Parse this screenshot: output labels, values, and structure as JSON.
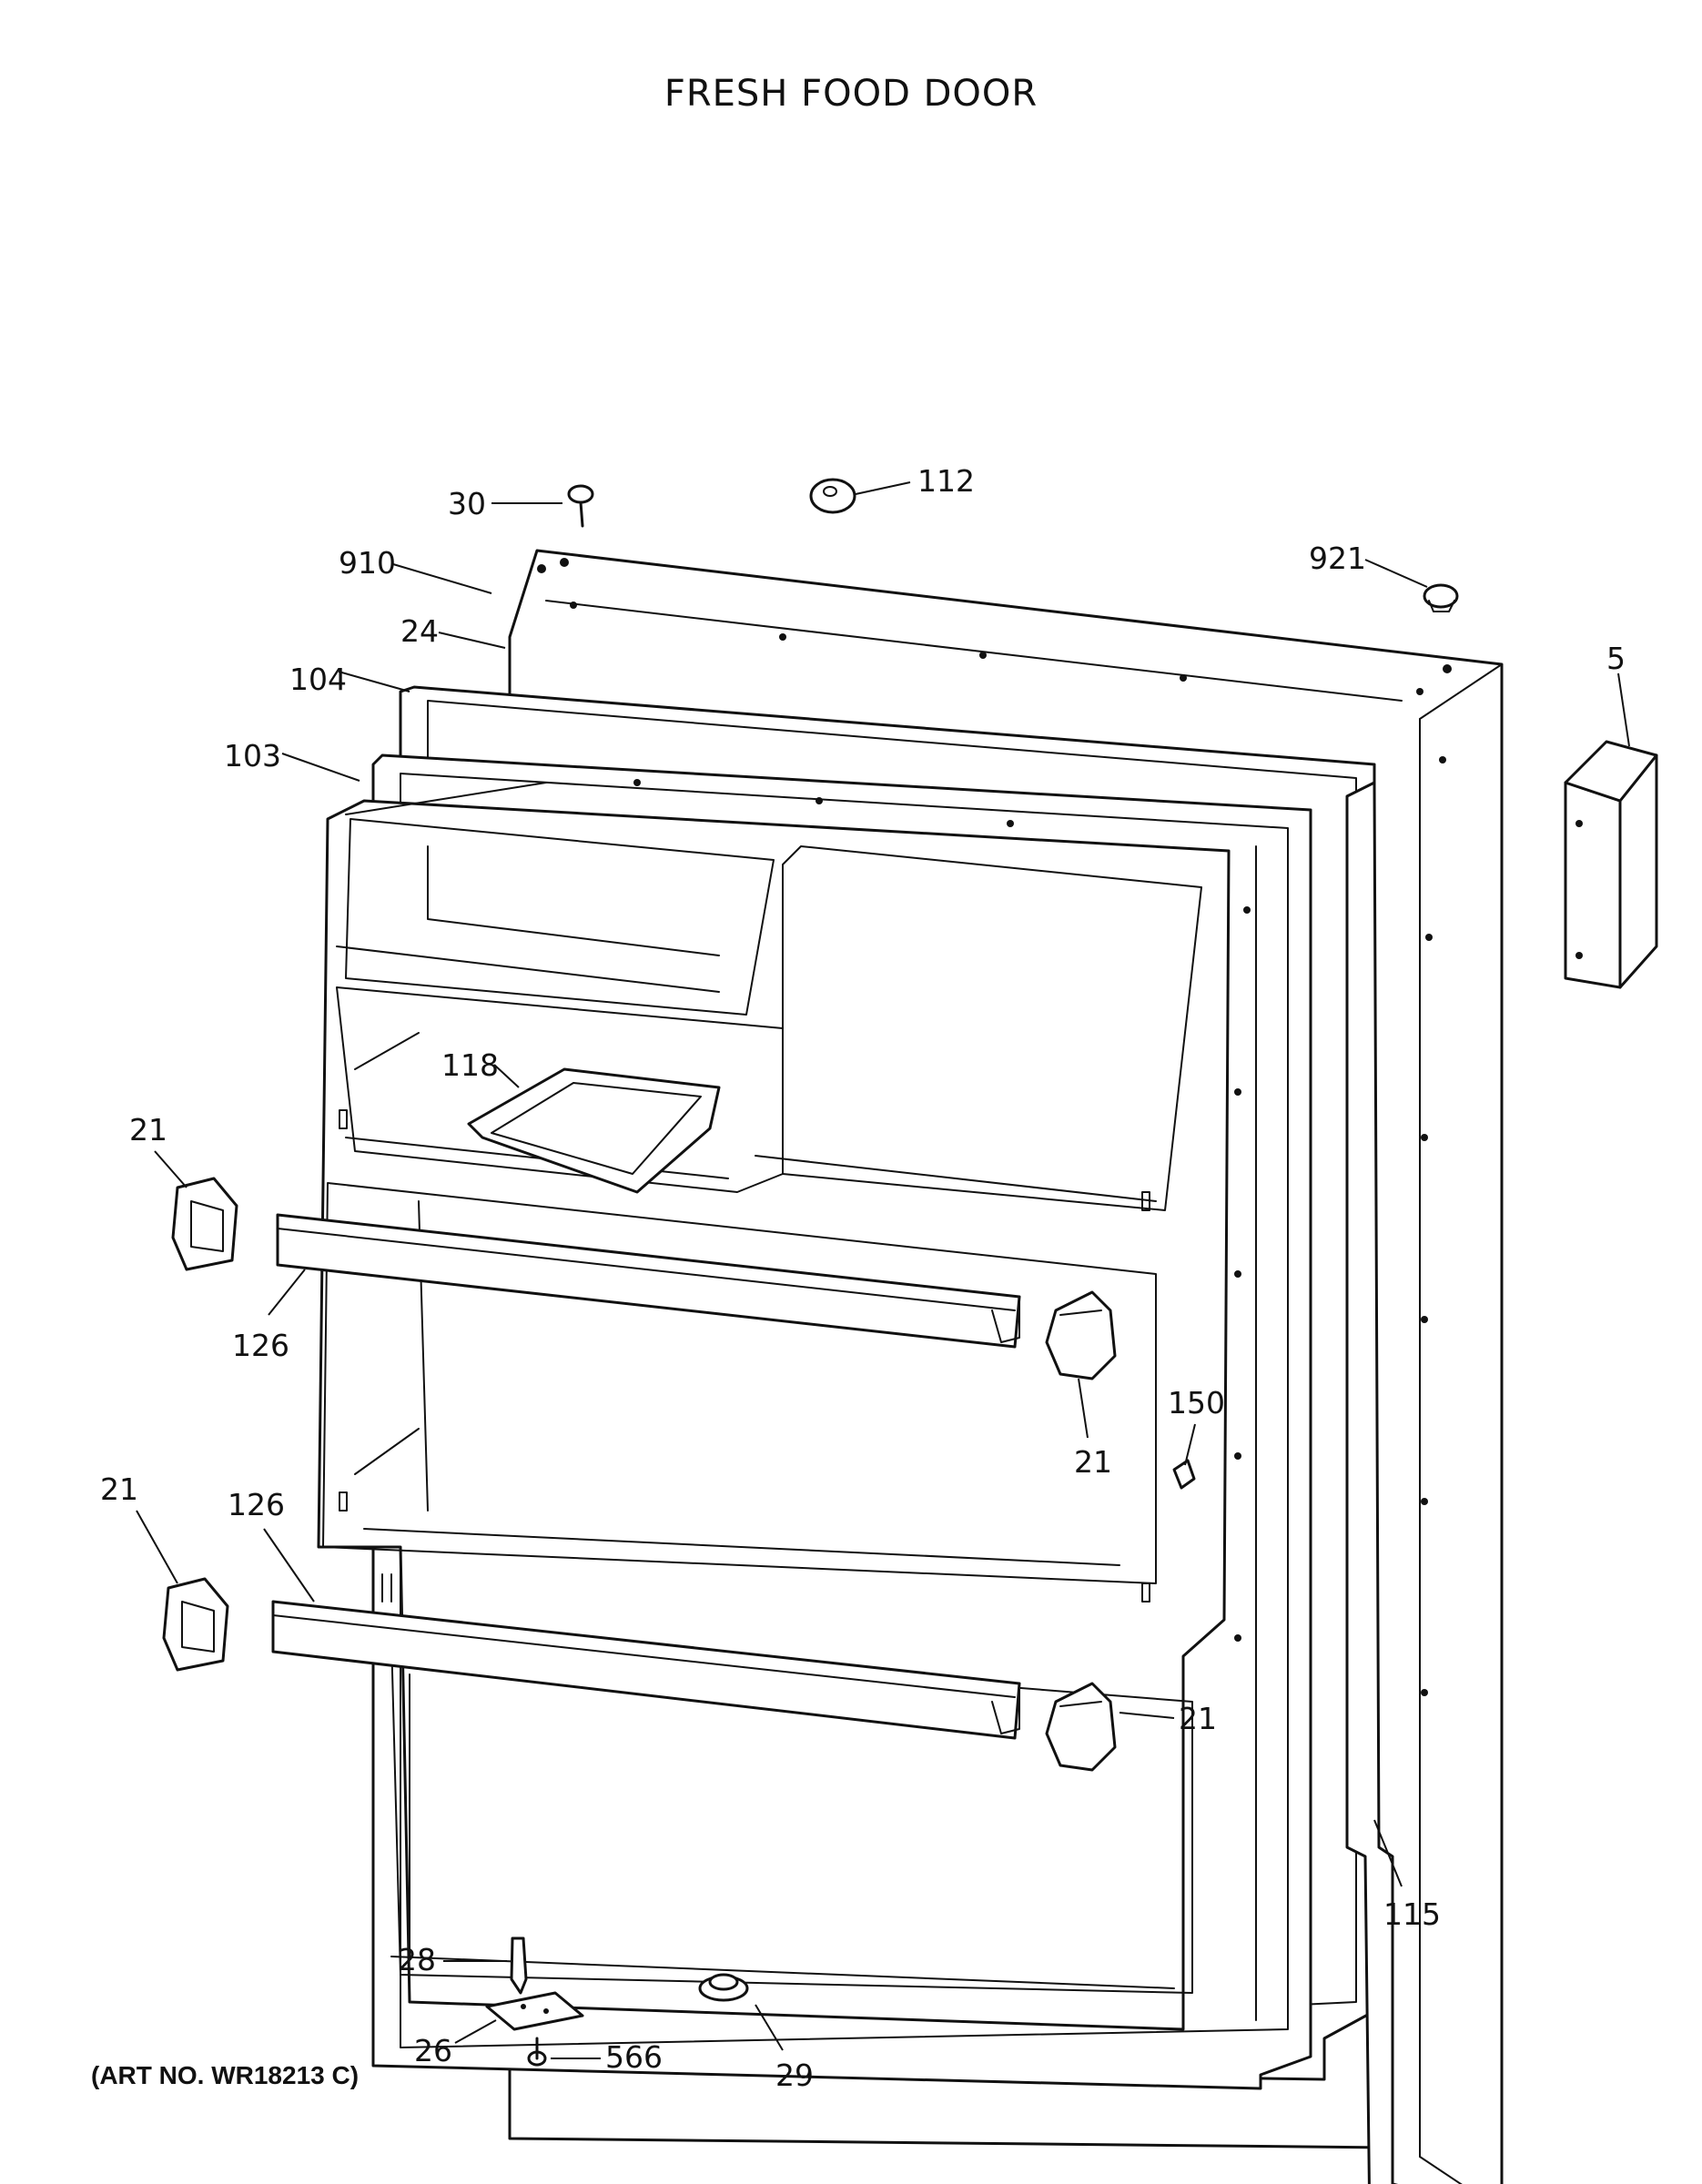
{
  "title": "FRESH FOOD DOOR",
  "art_number": "(ART NO. WR18213 C)",
  "callouts": {
    "p30": "30",
    "p112": "112",
    "p910": "910",
    "p921": "921",
    "p24": "24",
    "p5": "5",
    "p104": "104",
    "p103": "103",
    "p118": "118",
    "p21_a": "21",
    "p126_a": "126",
    "p21_b": "21",
    "p150": "150",
    "p21_c": "21",
    "p126_b": "126",
    "p21_d": "21",
    "p115": "115",
    "p28": "28",
    "p26": "26",
    "p566": "566",
    "p29": "29"
  }
}
